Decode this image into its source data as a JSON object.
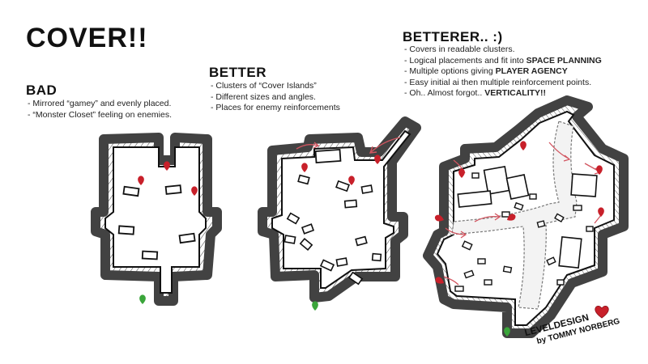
{
  "title": "COVER!!",
  "sections": [
    {
      "heading": "BAD",
      "notes": [
        "- Mirrored “gamey” and evenly placed.",
        "- “Monster Closet” feeling on enemies."
      ]
    },
    {
      "heading": "BETTER",
      "notes": [
        "- Clusters of “Cover Islands”",
        "- Different sizes and angles.",
        "- Places for enemy reinforcements"
      ]
    },
    {
      "heading": "BETTERER..  :)",
      "notes": [
        {
          "text": "- Covers in readable clusters.",
          "bold": ""
        },
        {
          "text": "- Logical placements and fit into ",
          "bold": "SPACE PLANNING"
        },
        {
          "text": "- Multiple options giving ",
          "bold": "PLAYER AGENCY"
        },
        {
          "text": "- Easy initial ai then multiple reinforcement points.",
          "bold": ""
        },
        {
          "text": "- Oh.. Almost forgot.. ",
          "bold": "VERTICALITY!!"
        }
      ]
    }
  ],
  "signature": {
    "line1": "LEVELDESIGN",
    "line2": "by TOMMY NORBERG"
  },
  "colors": {
    "enemy": "#c8202a",
    "player": "#3aa53a",
    "arrow": "#d25560",
    "ink": "#141414"
  }
}
